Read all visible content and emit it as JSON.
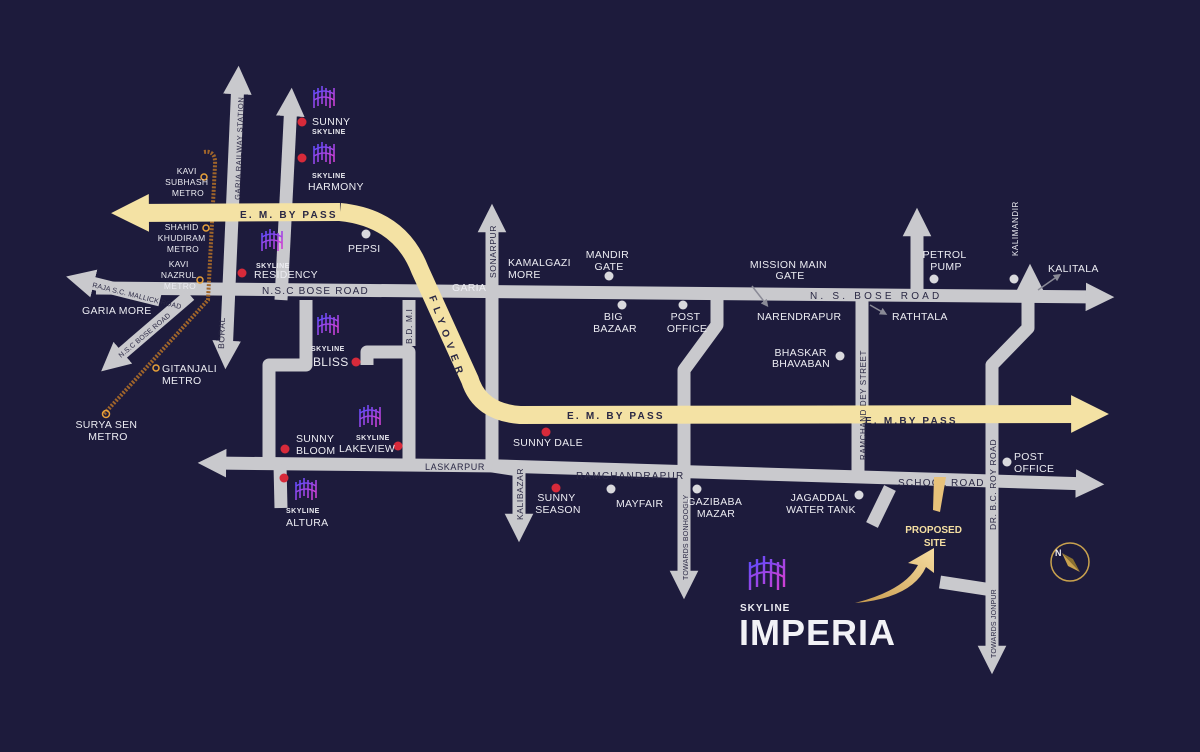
{
  "colors": {
    "background": "#1d1b3c",
    "road": "#c9c9cd",
    "bypass": "#f4e2a4",
    "marker_red": "#d72a3a",
    "marker_white": "#d9d9dd",
    "metro_line": "#a0652a",
    "logo_purple": "#8a3fc8",
    "proposed_gold": "#e8c27a"
  },
  "roads": {
    "em_bypass_west": "E. M. BY PASS",
    "em_bypass_east_1": "E. M. BY PASS",
    "em_bypass_east_2": "E. M.BY PASS",
    "flyover": "FLYOVER",
    "nsc_bose_road": "N.S.C BOSE ROAD",
    "ns_bose_road": "N. S. BOSE ROAD",
    "garia": "GARIA",
    "laskarpur": "LASKARPUR",
    "ramchandrapur": "RAMCHANDRAPUR",
    "school_road": "SCHOOL ROAD",
    "raja_sc_mallick_road": "RAJA S.C. MALLICK ROAD",
    "nsc_bose_road_sw": "N.S.C BOSE ROAD",
    "garia_railway_station": "GARIA RAILWAY STATION",
    "boral": "BORAL",
    "sonarpur": "SONARPUR",
    "bdmi": "B.D. M.I",
    "kalibazar": "KALIBAZAR",
    "towards_bonhoogly": "TOWARDS BONHOOGLY",
    "ramchand_dey_street": "RAMCHAND DEY STREET",
    "dr_bc_roy_road": "DR. B.C. ROY ROAD",
    "towards_jonpur": "TOWARDS JONPUR",
    "kalimandir": "KALIMANDIR"
  },
  "metro_stations": [
    {
      "lines": [
        "KAVI",
        "SUBHASH",
        "METRO"
      ]
    },
    {
      "lines": [
        "SHAHID",
        "KHUDIRAM",
        "METRO"
      ]
    },
    {
      "lines": [
        "KAVI",
        "NAZRUL",
        "METRO"
      ]
    },
    {
      "lines": [
        "GITANJALI",
        "METRO"
      ]
    },
    {
      "lines": [
        "SURYA SEN",
        "METRO"
      ]
    }
  ],
  "landmarks": {
    "garia_more": "GARIA MORE",
    "pepsi": "PEPSI",
    "kamalgazi": [
      "KAMALGAZI",
      "MORE"
    ],
    "mandir_gate": [
      "MANDIR",
      "GATE"
    ],
    "big_bazaar": [
      "BIG",
      "BAZAAR"
    ],
    "post_office_1": [
      "POST",
      "OFFICE"
    ],
    "mission_main_gate": [
      "MISSION MAIN",
      "GATE"
    ],
    "narendrapur": "NARENDRAPUR",
    "petrol_pump": [
      "PETROL",
      "PUMP"
    ],
    "rathtala": "RATHTALA",
    "kalitala": "KALITALA",
    "bhaskar_bhavaban": [
      "BHASKAR",
      "BHAVABAN"
    ],
    "sunny_dale": "SUNNY DALE",
    "sunny_season": [
      "SUNNY",
      "SEASON"
    ],
    "mayfair": "MAYFAIR",
    "gazibaba_mazar": [
      "GAZIBABA",
      "MAZAR"
    ],
    "jagaddal_water_tank": [
      "JAGADDAL",
      "WATER TANK"
    ],
    "post_office_2": [
      "POST",
      "OFFICE"
    ]
  },
  "projects": {
    "sunny_skyline": [
      "SUNNY",
      "SKYLINE"
    ],
    "skyline_harmony": [
      "SKYLINE",
      "HARMONY"
    ],
    "skyline_residency": [
      "SKYLINE",
      "RESIDENCY"
    ],
    "skyline_bliss": [
      "SKYLINE",
      "BLISS"
    ],
    "sunny_bloom": [
      "SUNNY",
      "BLOOM"
    ],
    "skyline_lakeview": [
      "SKYLINE",
      "LAKEVIEW"
    ],
    "skyline_altura": [
      "SKYLINE",
      "ALTURA"
    ]
  },
  "proposed_site": [
    "PROPOSED",
    "SITE"
  ],
  "brand": {
    "subtitle": "SKYLINE",
    "title": "IMPERIA"
  },
  "compass": {
    "label": "N",
    "icon": "compass-icon"
  }
}
